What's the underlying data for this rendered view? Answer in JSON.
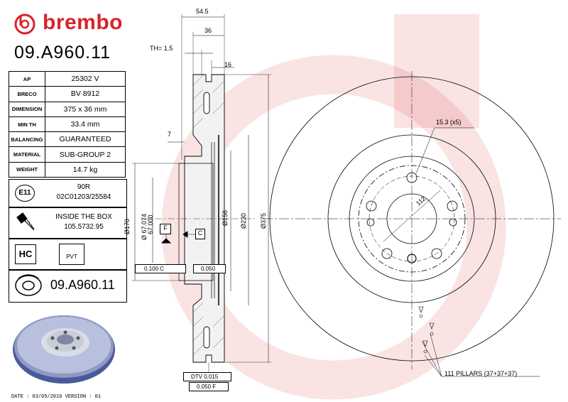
{
  "brand": {
    "name": "brembo",
    "color": "#d8232a"
  },
  "part_number": "09.A960.11",
  "specs": [
    {
      "key": "AP",
      "value": "25302 V"
    },
    {
      "key": "BRECO",
      "value": "BV 8912"
    },
    {
      "key": "DIMENSION",
      "value": "375 x 36 mm"
    },
    {
      "key": "MIN TH",
      "value": "33.4 mm"
    },
    {
      "key": "BALANCING",
      "value": "GUARANTEED"
    },
    {
      "key": "MATERIAL",
      "value": "SUB-GROUP 2"
    },
    {
      "key": "WEIGHT",
      "value": "14.7 kg"
    }
  ],
  "approval": {
    "badge": "E11",
    "line1": "90R",
    "line2": "02C01203/25584"
  },
  "inside_box": {
    "line1": "INSIDE THE BOX",
    "line2": "105.5732.95"
  },
  "coating": {
    "hc": "HC",
    "pvt": "PVT"
  },
  "part_number_repeat": "09.A960.11",
  "footer": "DATE : 03/05/2016 VERSION : 01",
  "dims": {
    "overall_width": "54.5",
    "thickness": "36",
    "th": "TH= 1.5",
    "sixteen": "16",
    "seven": "7",
    "d170": "Ø170",
    "d67": "Ø 67.074",
    "d67b": "67.000",
    "d158": "Ø158",
    "d230": "Ø230",
    "d375": "Ø375",
    "bolt_hole": "15.3 (x5)",
    "pcd": "112",
    "datum_f": "F",
    "datum_c": "C",
    "tol1": "0.100 C",
    "tol2": "0.050",
    "dtv": "DTV 0.015",
    "flat": "0.050 F",
    "pillars": "111 PILLARS (37+37+37)"
  }
}
